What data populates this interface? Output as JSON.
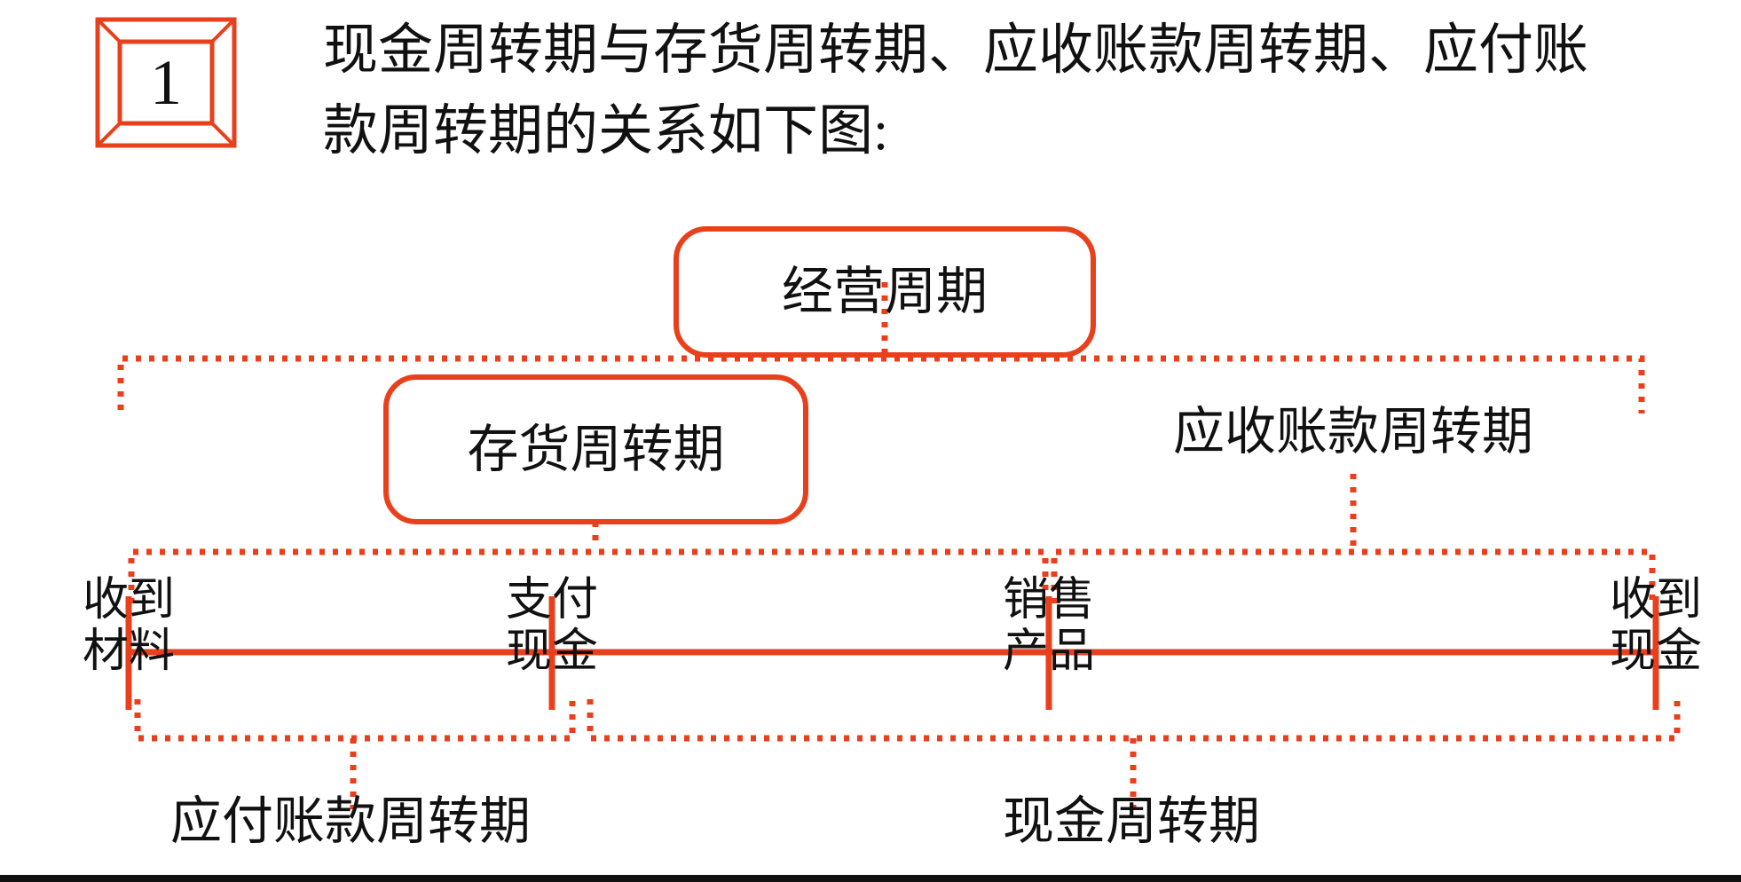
{
  "meta": {
    "accent_color": "#E8401C",
    "text_color": "#111111",
    "background": "#ffffff"
  },
  "header": {
    "badge_number": "1",
    "title_line_1": "现金周转期与存货周转期、应收账款周转期、应付账",
    "title_line_2": "款周转期的关系如下图:"
  },
  "diagram": {
    "operating_cycle_box": "经营周期",
    "inventory_period_box": "存货周转期",
    "receivable_period_label": "应收账款周转期",
    "payable_period_label": "应付账款周转期",
    "cash_cycle_label": "现金周转期",
    "events": [
      {
        "id": "receive-material",
        "top": "收到",
        "bottom": "材料"
      },
      {
        "id": "pay-cash",
        "top": "支付",
        "bottom": "现金"
      },
      {
        "id": "sell-product",
        "top": "销售",
        "bottom": "产品"
      },
      {
        "id": "receive-cash",
        "top": "收到",
        "bottom": "现金"
      }
    ]
  }
}
